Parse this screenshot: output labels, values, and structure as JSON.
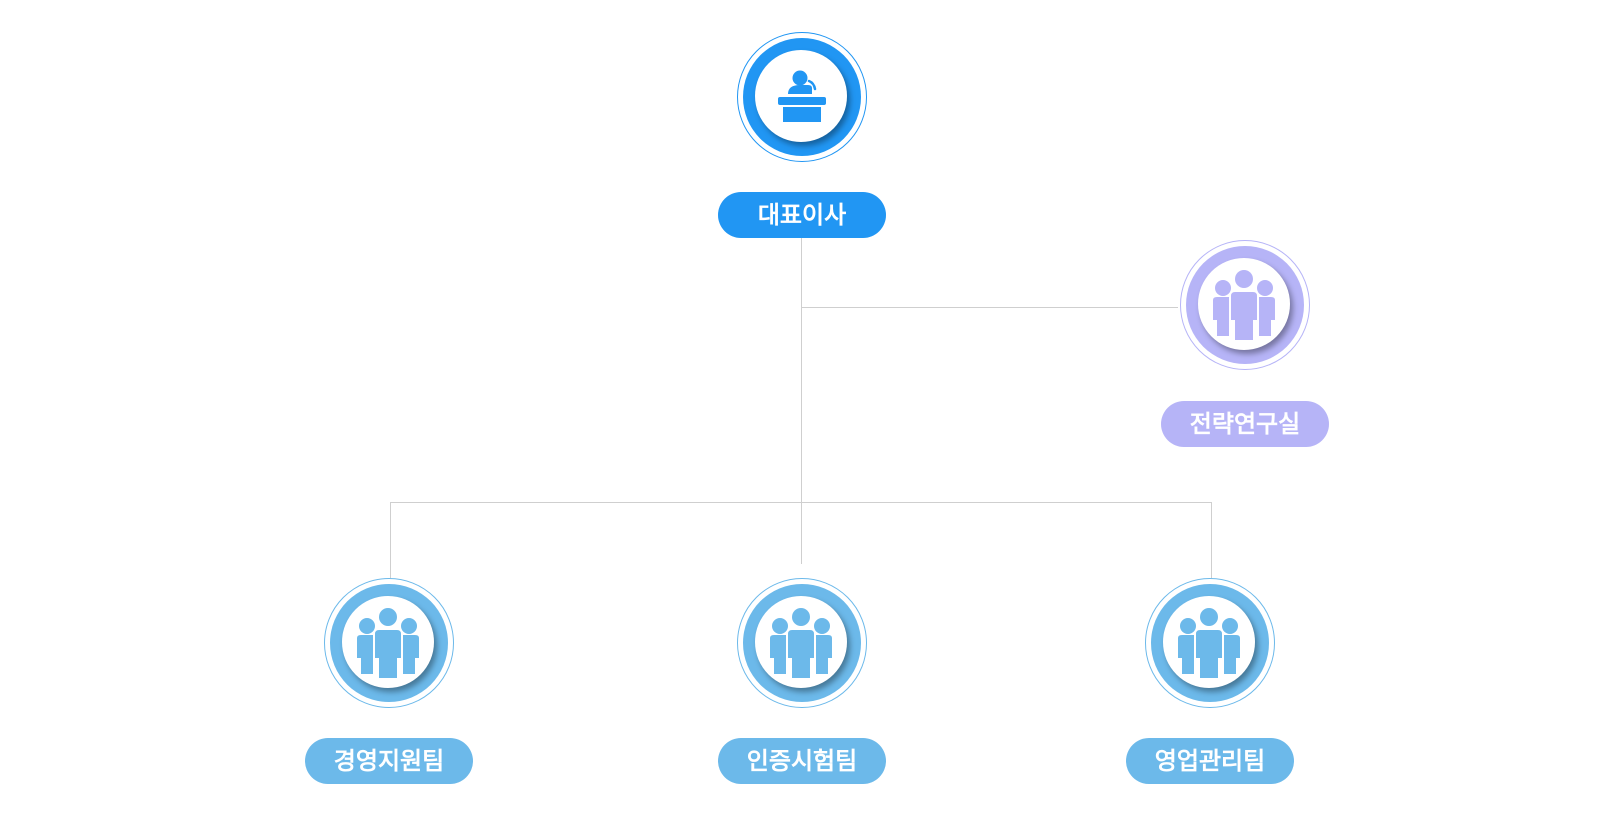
{
  "colors": {
    "ceo": "#2196f3",
    "research": "#b6b4f7",
    "team": "#6cb9ea",
    "connector": "#cfcfcf"
  },
  "nodes": {
    "ceo": {
      "label": "대표이사",
      "icon": "podium-speaker-icon"
    },
    "research": {
      "label": "전략연구실",
      "icon": "people-group-icon"
    },
    "management": {
      "label": "경영지원팀",
      "icon": "people-group-icon"
    },
    "certification": {
      "label": "인증시험팀",
      "icon": "people-group-icon"
    },
    "sales": {
      "label": "영업관리팀",
      "icon": "people-group-icon"
    }
  }
}
